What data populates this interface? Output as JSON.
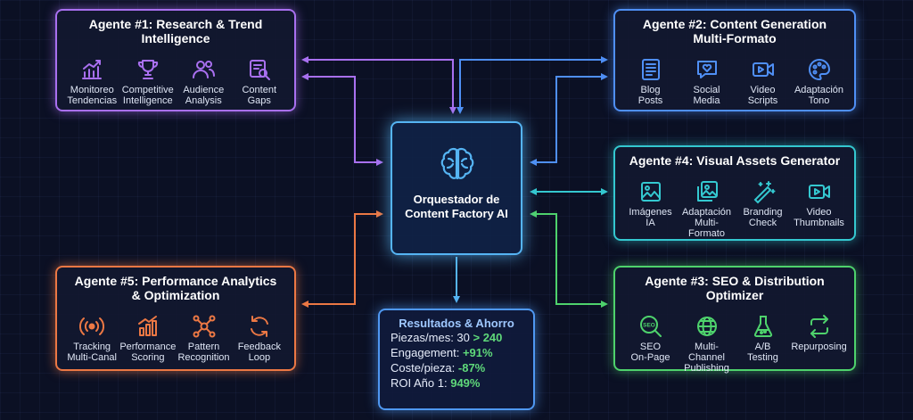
{
  "orchestrator": {
    "title": "Orquestador de\nContent Factory AI",
    "icon": "brain-icon",
    "color": "#55b4f3"
  },
  "agent1": {
    "title": "Agente #1: Research & Trend\nIntelligence",
    "color": "#a970f0",
    "items": [
      {
        "label": "Monitoreo\nTendencias",
        "icon": "trend-chart-icon"
      },
      {
        "label": "Competitive\nIntelligence",
        "icon": "trophy-icon"
      },
      {
        "label": "Audience\nAnalysis",
        "icon": "users-icon"
      },
      {
        "label": "Content\nGaps",
        "icon": "search-document-icon"
      }
    ]
  },
  "agent2": {
    "title": "Agente #2: Content Generation\nMulti-Formato",
    "color": "#4f8ff5",
    "items": [
      {
        "label": "Blog\nPosts",
        "icon": "article-icon"
      },
      {
        "label": "Social\nMedia",
        "icon": "heart-chat-icon"
      },
      {
        "label": "Video\nScripts",
        "icon": "video-camera-icon"
      },
      {
        "label": "Adaptación\nTono",
        "icon": "palette-icon"
      }
    ]
  },
  "agent4": {
    "title": "Agente #4: Visual Assets Generator",
    "color": "#34c8d0",
    "items": [
      {
        "label": "Imágenes\nIA",
        "icon": "image-icon"
      },
      {
        "label": "Adaptación\nMulti-Formato",
        "icon": "images-stack-icon"
      },
      {
        "label": "Branding\nCheck",
        "icon": "magic-wand-icon"
      },
      {
        "label": "Video\nThumbnails",
        "icon": "video-camera-icon"
      }
    ]
  },
  "agent5": {
    "title": "Agente #5: Performance Analytics\n& Optimization",
    "color": "#ec7844",
    "items": [
      {
        "label": "Tracking\nMulti-Canal",
        "icon": "broadcast-icon"
      },
      {
        "label": "Performance\nScoring",
        "icon": "bar-chart-icon"
      },
      {
        "label": "Pattern\nRecognition",
        "icon": "network-icon"
      },
      {
        "label": "Feedback\nLoop",
        "icon": "refresh-icon"
      }
    ]
  },
  "agent3": {
    "title": "Agente #3: SEO & Distribution\nOptimizer",
    "color": "#4ed26c",
    "items": [
      {
        "label": "SEO\nOn-Page",
        "icon": "seo-magnifier-icon",
        "icon_text": "SEO"
      },
      {
        "label": "Multi-Channel\nPublishing",
        "icon": "globe-icon"
      },
      {
        "label": "A/B\nTesting",
        "icon": "flask-icon"
      },
      {
        "label": "Repurposing",
        "icon": "repeat-icon"
      }
    ]
  },
  "results": {
    "title": "Resultados & Ahorro",
    "color": "#4f98f2",
    "rows": [
      {
        "label": "Piezas/mes: 30",
        "value": "> 240"
      },
      {
        "label": "Engagement:",
        "value": "+91%"
      },
      {
        "label": "Coste/pieza:",
        "value": "-87%"
      },
      {
        "label": "ROI Año 1:",
        "value": "949%"
      }
    ]
  }
}
